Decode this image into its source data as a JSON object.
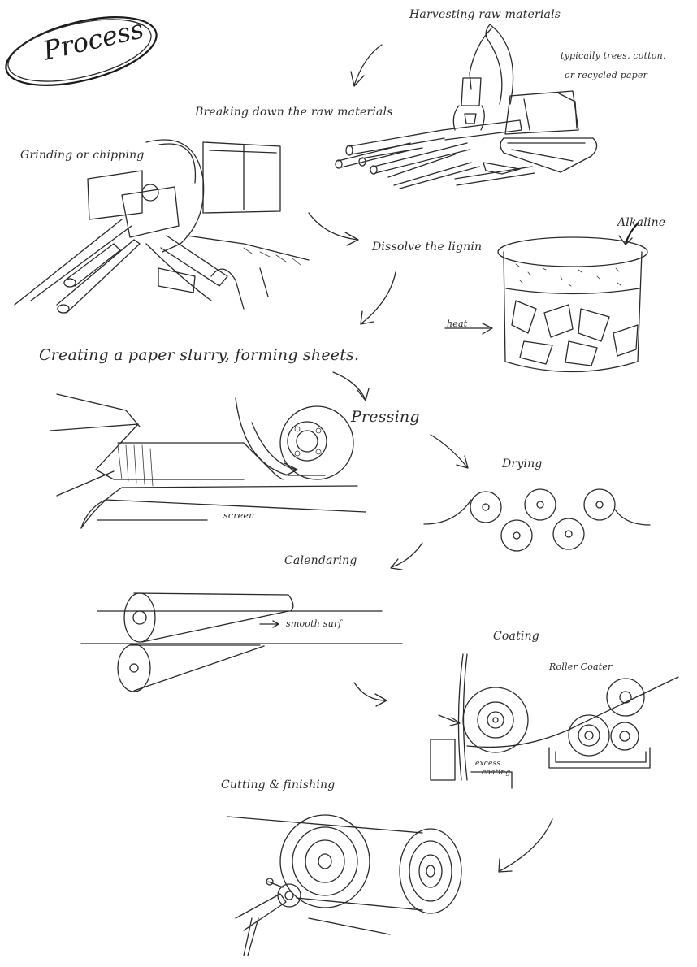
{
  "title": "Process",
  "labels": {
    "harvesting": "Harvesting raw materials",
    "harvest_note_1": "typically trees, cotton,",
    "harvest_note_2": "or recycled paper",
    "breaking_down": "Breaking down the raw materials",
    "grinding": "Grinding or chipping",
    "dissolve": "Dissolve the lignin",
    "alkaline": "Alkaline",
    "heat": "heat",
    "slurry": "Creating a paper slurry, forming sheets.",
    "screen": "screen",
    "pressing": "Pressing",
    "drying": "Drying",
    "calendaring": "Calendaring",
    "smooth": "smooth surf",
    "coating": "Coating",
    "roller_coater": "Roller Coater",
    "excess_1": "excess",
    "excess_2": "coating",
    "cutting": "Cutting & finishing"
  }
}
